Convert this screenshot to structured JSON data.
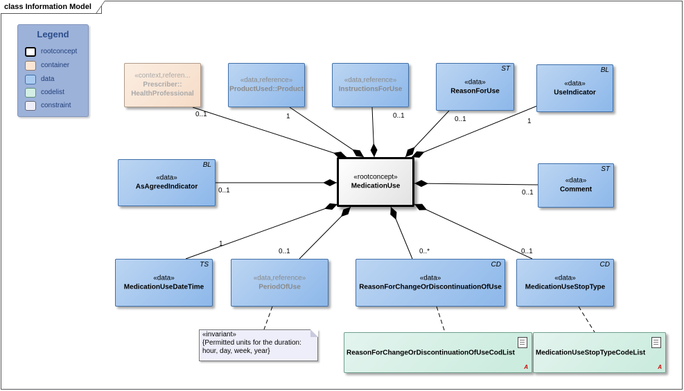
{
  "frame": {
    "title": "class Information Model"
  },
  "legend": {
    "title": "Legend",
    "items": [
      {
        "label": "rootconcept",
        "color": "#ffffff",
        "border": "#000000"
      },
      {
        "label": "container",
        "color": "#fbe6d6",
        "border": "#8a7868"
      },
      {
        "label": "data",
        "color": "#a9cbf0",
        "border": "#3f6fa8"
      },
      {
        "label": "codelist",
        "color": "#d3eee4",
        "border": "#5f8f7b"
      },
      {
        "label": "constraint",
        "color": "#eeeefa",
        "border": "#666677"
      }
    ]
  },
  "root": {
    "stereotype": "«rootconcept»",
    "name": "MedicationUse"
  },
  "classes": {
    "prescriber": {
      "stereotype": "«context,referen...",
      "name": "Prescriber:: HealthProfessional",
      "multiplicity": "0..1"
    },
    "product_used": {
      "stereotype": "«data,reference»",
      "name": "ProductUsed::Product",
      "multiplicity": "1"
    },
    "instructions": {
      "stereotype": "«data,reference»",
      "name": "InstructionsForUse",
      "multiplicity": "0..1"
    },
    "reason_for_use": {
      "stereotype": "«data»",
      "name": "ReasonForUse",
      "type": "ST",
      "multiplicity": "0..1"
    },
    "use_indicator": {
      "stereotype": "«data»",
      "name": "UseIndicator",
      "type": "BL",
      "multiplicity": "1"
    },
    "as_agreed": {
      "stereotype": "«data»",
      "name": "AsAgreedIndicator",
      "type": "BL",
      "multiplicity": "0..1"
    },
    "comment": {
      "stereotype": "«data»",
      "name": "Comment",
      "type": "ST",
      "multiplicity": "0..1"
    },
    "use_datetime": {
      "stereotype": "«data»",
      "name": "MedicationUseDateTime",
      "type": "TS",
      "multiplicity": "1"
    },
    "period_of_use": {
      "stereotype": "«data,reference»",
      "name": "PeriodOfUse",
      "multiplicity": "0..1"
    },
    "reason_for_change": {
      "stereotype": "«data»",
      "name": "ReasonForChangeOrDiscontinuationOfUse",
      "type": "CD",
      "multiplicity": "0..*"
    },
    "stop_type": {
      "stereotype": "«data»",
      "name": "MedicationUseStopType",
      "type": "CD",
      "multiplicity": "0..1"
    }
  },
  "codelists": {
    "reason_codes": {
      "name": "ReasonForChangeOrDiscontinuationOfUseCodList",
      "marker": "A"
    },
    "stop_type_codes": {
      "name": "MedicationUseStopTypeCodeList",
      "marker": "A"
    }
  },
  "note": {
    "stereotype": "«invariant»",
    "text": "{Permitted units for the duration: hour, day, week, year}"
  }
}
